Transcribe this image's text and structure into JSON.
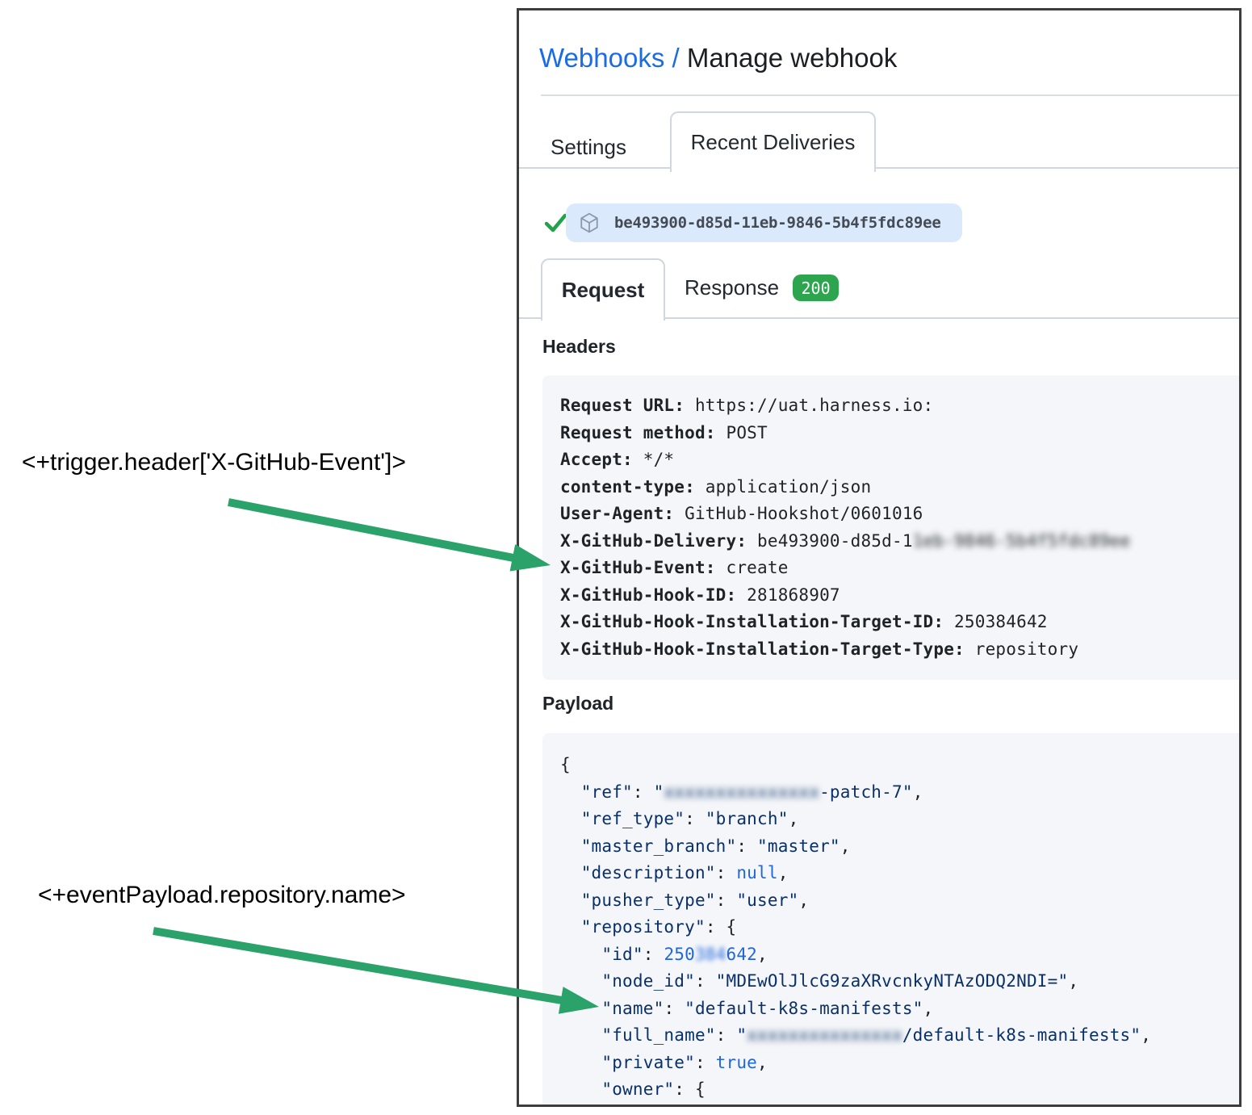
{
  "colors": {
    "link_blue": "#1a6be6",
    "text_dark": "#1b1f23",
    "frame_border": "#3d3d3d",
    "tab_border": "#d0d7de",
    "pill_bg": "#dbe9fc",
    "mono_id": "#444b54",
    "box_bg": "#f4f6f9",
    "badge_green": "#2da44e",
    "check_green": "#23a24b",
    "arrow_green": "#2aa269",
    "code_string": "#0a3069",
    "code_constant": "#2066dd"
  },
  "breadcrumb": {
    "link": "Webhooks /",
    "current": "Manage webhook"
  },
  "tabs": {
    "settings": "Settings",
    "recent_deliveries": "Recent Deliveries"
  },
  "delivery": {
    "id": "be493900-d85d-11eb-9846-5b4f5fdc89ee"
  },
  "subtabs": {
    "request": "Request",
    "response": "Response",
    "status_code": "200"
  },
  "headers": {
    "heading": "Headers",
    "lines": [
      {
        "seg": [
          [
            "b",
            "Request URL:"
          ],
          [
            "t",
            " https://uat.harness.io:"
          ]
        ]
      },
      {
        "seg": [
          [
            "b",
            "Request method:"
          ],
          [
            "t",
            " POST"
          ]
        ]
      },
      {
        "seg": [
          [
            "b",
            "Accept:"
          ],
          [
            "t",
            " */*"
          ]
        ]
      },
      {
        "seg": [
          [
            "b",
            "content-type:"
          ],
          [
            "t",
            " application/json"
          ]
        ]
      },
      {
        "seg": [
          [
            "b",
            "User-Agent:"
          ],
          [
            "t",
            " GitHub-Hookshot/0601016"
          ]
        ]
      },
      {
        "seg": [
          [
            "b",
            "X-GitHub-Delivery:"
          ],
          [
            "t",
            " be493900-d85d-1"
          ],
          [
            "tb",
            "1eb-9846-5b4f5fdc89ee"
          ]
        ]
      },
      {
        "seg": [
          [
            "b",
            "X-GitHub-Event:"
          ],
          [
            "t",
            " create"
          ]
        ]
      },
      {
        "seg": [
          [
            "b",
            "X-GitHub-Hook-ID:"
          ],
          [
            "t",
            " 281868907"
          ]
        ]
      },
      {
        "seg": [
          [
            "b",
            "X-GitHub-Hook-Installation-Target-ID:"
          ],
          [
            "t",
            " 250384642"
          ]
        ]
      },
      {
        "seg": [
          [
            "b",
            "X-GitHub-Hook-Installation-Target-Type:"
          ],
          [
            "t",
            " repository"
          ]
        ]
      }
    ]
  },
  "payload": {
    "heading": "Payload",
    "lines": [
      {
        "seg": [
          [
            "p",
            "{"
          ]
        ]
      },
      {
        "seg": [
          [
            "p",
            "  "
          ],
          [
            "s",
            "\"ref\""
          ],
          [
            "p",
            ": "
          ],
          [
            "s",
            "\""
          ],
          [
            "sb",
            "xxxxxxxxxxxxxxx"
          ],
          [
            "s",
            "-patch-7\""
          ],
          [
            "p",
            ","
          ]
        ]
      },
      {
        "seg": [
          [
            "p",
            "  "
          ],
          [
            "s",
            "\"ref_type\""
          ],
          [
            "p",
            ": "
          ],
          [
            "s",
            "\"branch\""
          ],
          [
            "p",
            ","
          ]
        ]
      },
      {
        "seg": [
          [
            "p",
            "  "
          ],
          [
            "s",
            "\"master_branch\""
          ],
          [
            "p",
            ": "
          ],
          [
            "s",
            "\"master\""
          ],
          [
            "p",
            ","
          ]
        ]
      },
      {
        "seg": [
          [
            "p",
            "  "
          ],
          [
            "s",
            "\"description\""
          ],
          [
            "p",
            ": "
          ],
          [
            "k",
            "null"
          ],
          [
            "p",
            ","
          ]
        ]
      },
      {
        "seg": [
          [
            "p",
            "  "
          ],
          [
            "s",
            "\"pusher_type\""
          ],
          [
            "p",
            ": "
          ],
          [
            "s",
            "\"user\""
          ],
          [
            "p",
            ","
          ]
        ]
      },
      {
        "seg": [
          [
            "p",
            "  "
          ],
          [
            "s",
            "\"repository\""
          ],
          [
            "p",
            ": {"
          ]
        ]
      },
      {
        "seg": [
          [
            "p",
            "    "
          ],
          [
            "s",
            "\"id\""
          ],
          [
            "p",
            ": "
          ],
          [
            "k",
            "250"
          ],
          [
            "kb",
            "384"
          ],
          [
            "k",
            "642"
          ],
          [
            "p",
            ","
          ]
        ]
      },
      {
        "seg": [
          [
            "p",
            "    "
          ],
          [
            "s",
            "\"node_id\""
          ],
          [
            "p",
            ": "
          ],
          [
            "s",
            "\"MDEwOlJlcG9zaXRvcnkyNTAzODQ2NDI=\""
          ],
          [
            "p",
            ","
          ]
        ]
      },
      {
        "seg": [
          [
            "p",
            "    "
          ],
          [
            "s",
            "\"name\""
          ],
          [
            "p",
            ": "
          ],
          [
            "s",
            "\"default-k8s-manifests\""
          ],
          [
            "p",
            ","
          ]
        ]
      },
      {
        "seg": [
          [
            "p",
            "    "
          ],
          [
            "s",
            "\"full_name\""
          ],
          [
            "p",
            ": "
          ],
          [
            "s",
            "\""
          ],
          [
            "sb",
            "xxxxxxxxxxxxxxx"
          ],
          [
            "s",
            "/default-k8s-manifests\""
          ],
          [
            "p",
            ","
          ]
        ]
      },
      {
        "seg": [
          [
            "p",
            "    "
          ],
          [
            "s",
            "\"private\""
          ],
          [
            "p",
            ": "
          ],
          [
            "k",
            "true"
          ],
          [
            "p",
            ","
          ]
        ]
      },
      {
        "seg": [
          [
            "p",
            "    "
          ],
          [
            "s",
            "\"owner\""
          ],
          [
            "p",
            ": {"
          ]
        ]
      }
    ]
  },
  "annotations": {
    "trigger": "<+trigger.header['X-GitHub-Event']>",
    "payload": "<+eventPayload.repository.name>"
  }
}
